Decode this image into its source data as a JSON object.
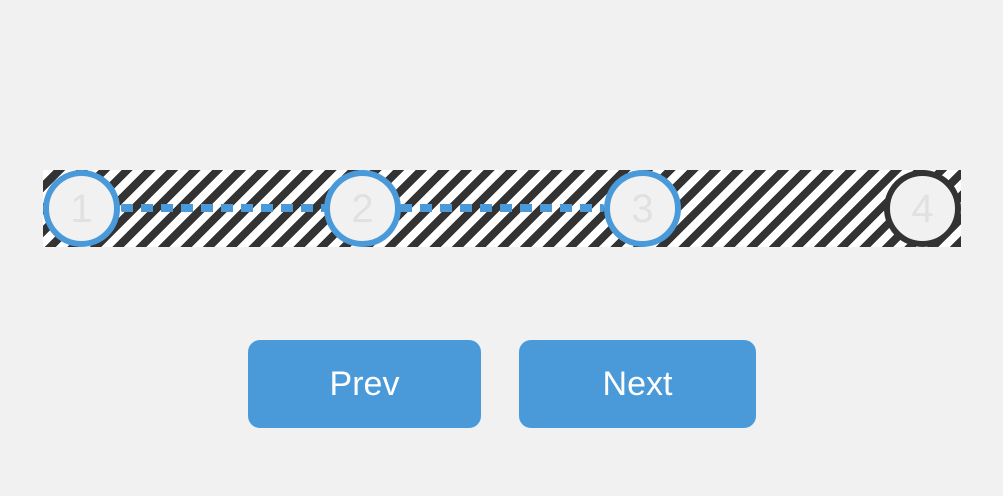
{
  "stepper": {
    "steps": [
      {
        "label": "1",
        "state": "completed"
      },
      {
        "label": "2",
        "state": "completed"
      },
      {
        "label": "3",
        "state": "active"
      },
      {
        "label": "4",
        "state": "pending"
      }
    ],
    "progress_color": "#4a9ada",
    "pending_color": "#333333"
  },
  "controls": {
    "prev_label": "Prev",
    "next_label": "Next",
    "button_color": "#4a9ada"
  }
}
